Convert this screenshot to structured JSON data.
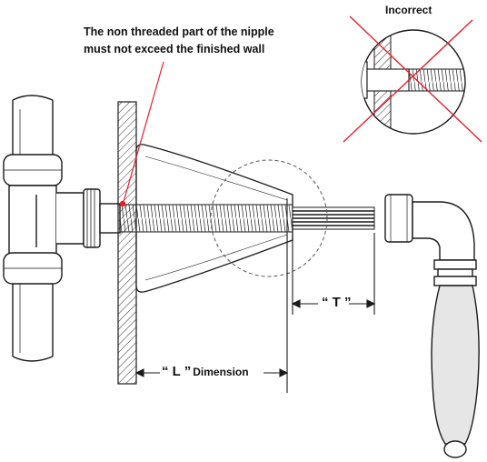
{
  "labels": {
    "note_line1": "The non threaded part of the nipple",
    "note_line2": "must not exceed the finished wall",
    "incorrect": "Incorrect",
    "t_dimension": "“ T ”",
    "l_dimension": "“ L ”",
    "l_dimension_suffix": "Dimension"
  },
  "colors": {
    "line": "#1a1a1a",
    "callout_red": "#e0212b",
    "hatch": "#333333",
    "handle_shade": "#e6e6e6"
  }
}
